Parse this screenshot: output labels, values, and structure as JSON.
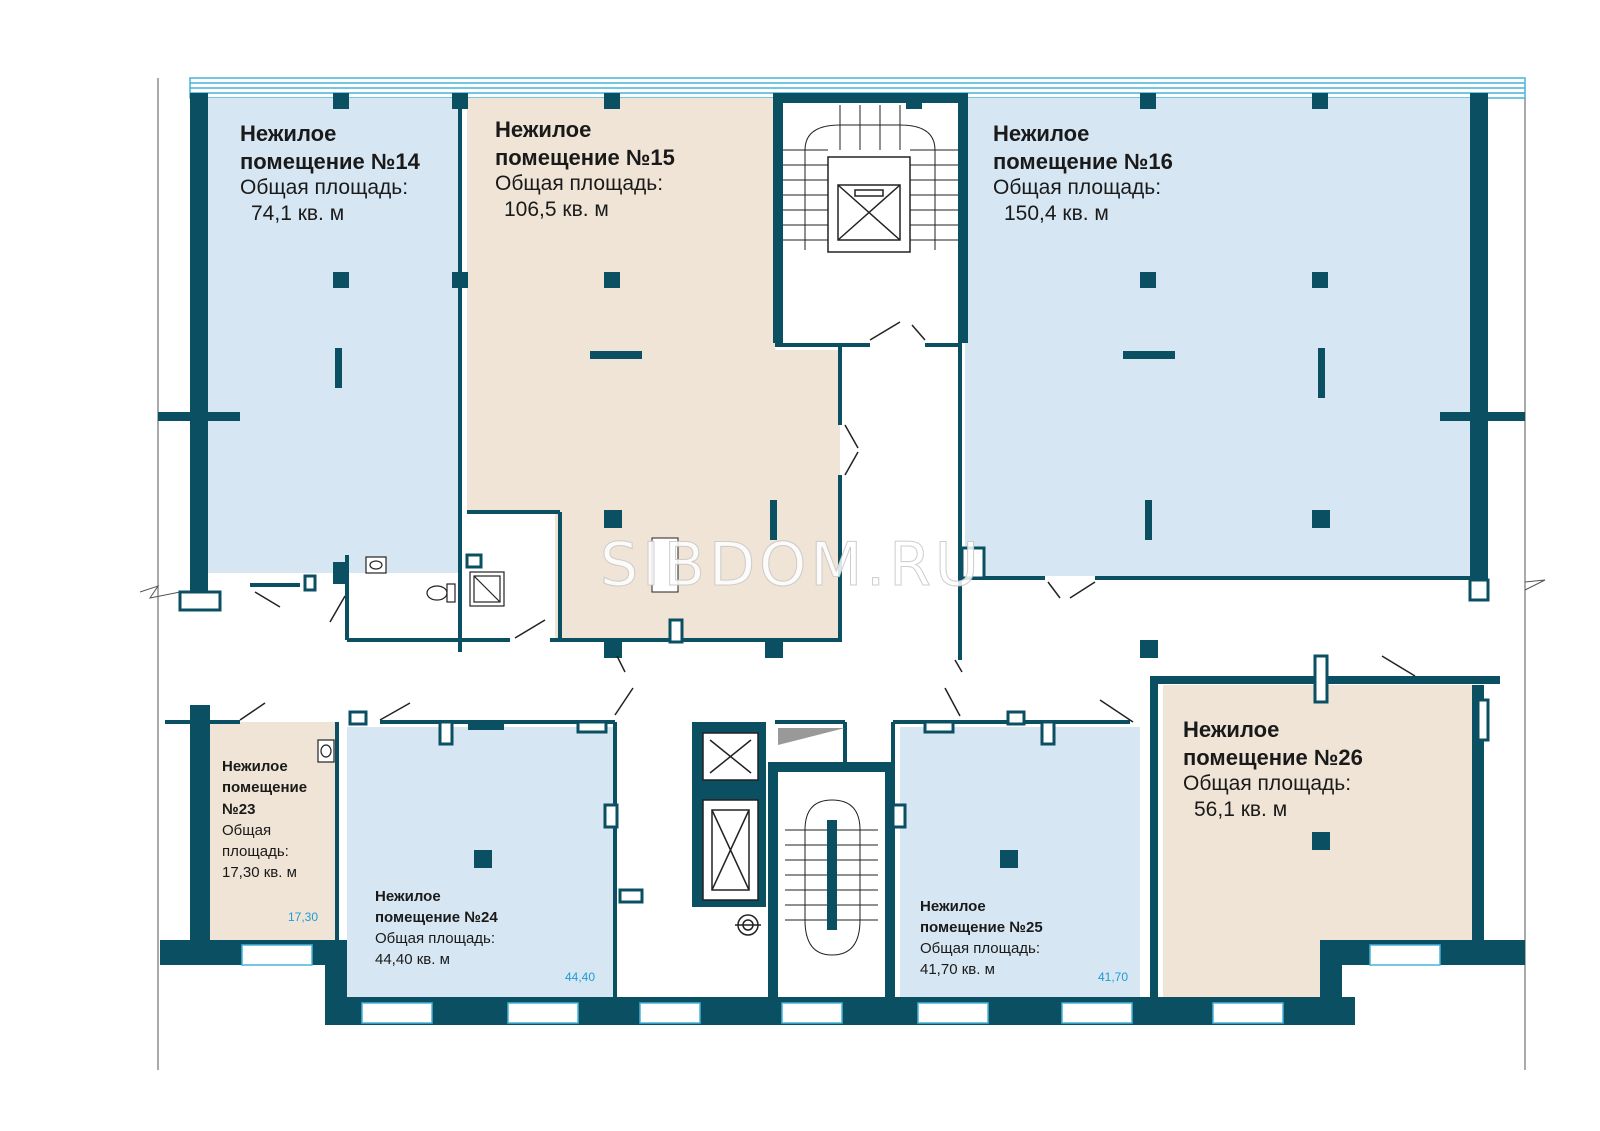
{
  "colors": {
    "wall": "#0b4f63",
    "room_blue": "#d6e6f2",
    "room_beige": "#efe4d6",
    "window": "#47b4d8",
    "dim_text": "#1f9bd6"
  },
  "watermark": "SIBDOM.RU",
  "rooms": [
    {
      "id": "14",
      "title_line1": "Нежилое",
      "title_line2": "помещение №14",
      "area_label": "Общая площадь:",
      "area_value": "74,1 кв. м",
      "status": "available"
    },
    {
      "id": "15",
      "title_line1": "Нежилое",
      "title_line2": "помещение №15",
      "area_label": "Общая площадь:",
      "area_value": "106,5 кв. м",
      "status": "sold"
    },
    {
      "id": "16",
      "title_line1": "Нежилое",
      "title_line2": "помещение №16",
      "area_label": "Общая площадь:",
      "area_value": "150,4 кв. м",
      "status": "available"
    },
    {
      "id": "23",
      "title_line1": "Нежилое",
      "title_line2": "помещение",
      "title_line3": "№23",
      "area_label_1": "Общая",
      "area_label_2": "площадь:",
      "area_value": "17,30 кв. м",
      "dim": "17,30",
      "status": "sold"
    },
    {
      "id": "24",
      "title_line1": "Нежилое",
      "title_line2": "помещение №24",
      "area_label": "Общая площадь:",
      "area_value": "44,40 кв. м",
      "dim": "44,40",
      "status": "available"
    },
    {
      "id": "25",
      "title_line1": "Нежилое",
      "title_line2": "помещение №25",
      "area_label": "Общая площадь:",
      "area_value": "41,70 кв. м",
      "dim": "41,70",
      "status": "available"
    },
    {
      "id": "26",
      "title_line1": "Нежилое",
      "title_line2": "помещение №26",
      "area_label": "Общая площадь:",
      "area_value": "56,1 кв. м",
      "status": "sold"
    }
  ],
  "icons": [
    "elevator-icon",
    "stairs-icon",
    "toilet-icon",
    "sink-icon",
    "shower-icon",
    "ventilation-icon"
  ]
}
